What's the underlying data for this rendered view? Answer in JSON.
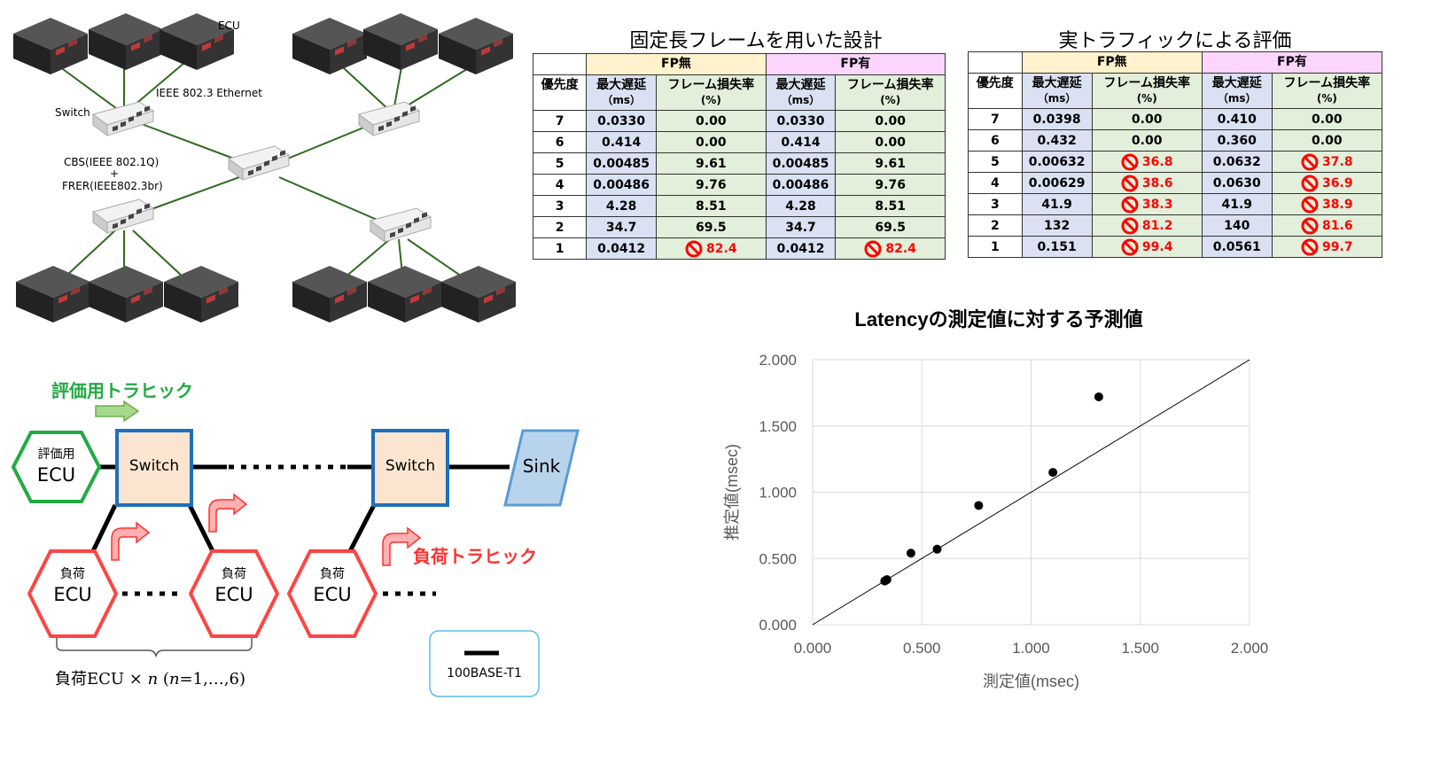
{
  "topology": {
    "ecu_label": "ECU",
    "ethernet_label": "IEEE 802.3 Ethernet",
    "switch_label": "Switch",
    "cbs_label": "CBS(IEEE 802.1Q)",
    "plus": "+",
    "frer_label": "FRER(IEEE802.3br)"
  },
  "table1": {
    "title": "固定長フレームを用いた設計",
    "group_fpn": "FP無",
    "group_fpy": "FP有",
    "col_priority": "優先度",
    "col_latency": "最大遅延",
    "col_latency_unit": "（ms）",
    "col_loss": "フレーム損失率",
    "col_loss_unit": "(%)",
    "rows": [
      {
        "p": "7",
        "l1": "0.0330",
        "r1": "0.00",
        "l2": "0.0330",
        "r2": "0.00",
        "b1": false,
        "b2": false
      },
      {
        "p": "6",
        "l1": "0.414",
        "r1": "0.00",
        "l2": "0.414",
        "r2": "0.00",
        "b1": false,
        "b2": false
      },
      {
        "p": "5",
        "l1": "0.00485",
        "r1": "9.61",
        "l2": "0.00485",
        "r2": "9.61",
        "b1": false,
        "b2": false
      },
      {
        "p": "4",
        "l1": "0.00486",
        "r1": "9.76",
        "l2": "0.00486",
        "r2": "9.76",
        "b1": false,
        "b2": false
      },
      {
        "p": "3",
        "l1": "4.28",
        "r1": "8.51",
        "l2": "4.28",
        "r2": "8.51",
        "b1": false,
        "b2": false
      },
      {
        "p": "2",
        "l1": "34.7",
        "r1": "69.5",
        "l2": "34.7",
        "r2": "69.5",
        "b1": false,
        "b2": false
      },
      {
        "p": "1",
        "l1": "0.0412",
        "r1": "82.4",
        "l2": "0.0412",
        "r2": "82.4",
        "b1": true,
        "b2": true
      }
    ]
  },
  "table2": {
    "title": "実トラフィックによる評価",
    "group_fpn": "FP無",
    "group_fpy": "FP有",
    "col_priority": "優先度",
    "col_latency": "最大遅延",
    "col_latency_unit": "（ms）",
    "col_loss": "フレーム損失率",
    "col_loss_unit": "(%)",
    "rows": [
      {
        "p": "7",
        "l1": "0.0398",
        "r1": "0.00",
        "l2": "0.410",
        "r2": "0.00",
        "b1": false,
        "b2": false
      },
      {
        "p": "6",
        "l1": "0.432",
        "r1": "0.00",
        "l2": "0.360",
        "r2": "0.00",
        "b1": false,
        "b2": false
      },
      {
        "p": "5",
        "l1": "0.00632",
        "r1": "36.8",
        "l2": "0.0632",
        "r2": "37.8",
        "b1": true,
        "b2": true
      },
      {
        "p": "4",
        "l1": "0.00629",
        "r1": "38.6",
        "l2": "0.0630",
        "r2": "36.9",
        "b1": true,
        "b2": true
      },
      {
        "p": "3",
        "l1": "41.9",
        "r1": "38.3",
        "l2": "41.9",
        "r2": "38.9",
        "b1": true,
        "b2": true
      },
      {
        "p": "2",
        "l1": "132",
        "r1": "81.2",
        "l2": "140",
        "r2": "81.6",
        "b1": true,
        "b2": true
      },
      {
        "p": "1",
        "l1": "0.151",
        "r1": "99.4",
        "l2": "0.0561",
        "r2": "99.7",
        "b1": true,
        "b2": true
      }
    ]
  },
  "flow": {
    "eval_traffic": "評価用トラヒック",
    "eval_ecu_line1": "評価用",
    "eval_ecu_line2": "ECU",
    "switch": "Switch",
    "sink": "Sink",
    "load_line1": "負荷",
    "load_line2": "ECU",
    "load_traffic": "負荷トラヒック",
    "load_count": "負荷ECU × ",
    "load_count_n": "n",
    "load_count_range_open": " (",
    "load_count_range_n": "n",
    "load_count_range_rest": "=1,…,6)",
    "legend": "100BASE-T1",
    "colors": {
      "green": "#22aa44",
      "red": "#ff4444",
      "blue": "#1e6fc0",
      "switch_fill": "#fbe5d0",
      "sink_fill": "#b8d4ec",
      "eval_traffic_color": "#22aa44",
      "load_traffic_color": "#ff3030"
    }
  },
  "chart_data": {
    "type": "scatter",
    "title": "Latencyの測定値に対する予測値",
    "xlabel": "測定値(msec)",
    "ylabel": "推定値(msec)",
    "xlim": [
      0,
      2
    ],
    "ylim": [
      0,
      2
    ],
    "xticks": [
      "0.000",
      "0.500",
      "1.000",
      "1.500",
      "2.000"
    ],
    "yticks": [
      "0.000",
      "0.500",
      "1.000",
      "1.500",
      "2.000"
    ],
    "grid": true,
    "reference_line": {
      "from": [
        0,
        0
      ],
      "to": [
        2,
        2
      ]
    },
    "points": [
      {
        "x": 0.33,
        "y": 0.33
      },
      {
        "x": 0.34,
        "y": 0.34
      },
      {
        "x": 0.45,
        "y": 0.54
      },
      {
        "x": 0.57,
        "y": 0.57
      },
      {
        "x": 0.76,
        "y": 0.9
      },
      {
        "x": 1.1,
        "y": 1.15
      },
      {
        "x": 1.31,
        "y": 1.72
      }
    ]
  }
}
